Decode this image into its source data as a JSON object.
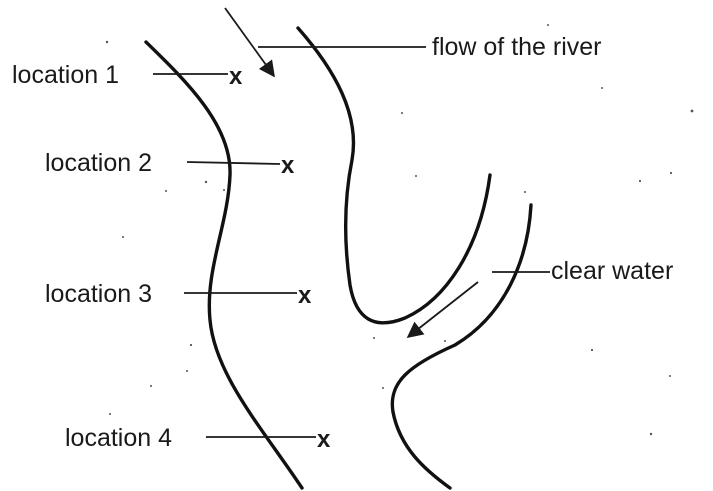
{
  "labels": {
    "flow": "flow of the river",
    "clear_water": "clear water",
    "location_1": "location 1",
    "location_2": "location 2",
    "location_3": "location 3",
    "location_4": "location 4"
  },
  "marks": {
    "x": "x"
  },
  "colors": {
    "ink": "#111111",
    "background": "#ffffff"
  }
}
